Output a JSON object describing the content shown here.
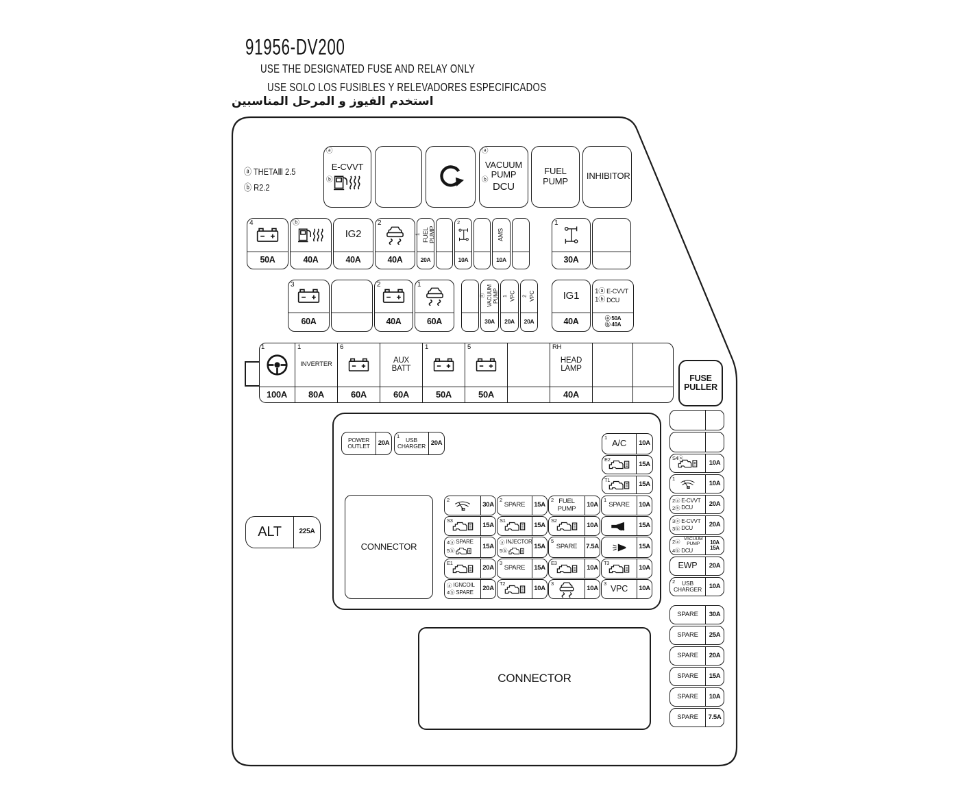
{
  "colors": {
    "ink": "#151515",
    "background": "#ffffff"
  },
  "header": {
    "part_number": "91956-DV200",
    "use_en": "USE THE DESIGNATED FUSE AND RELAY ONLY",
    "use_es": "USE SOLO LOS FUSIBLES Y RELEVADORES ESPECIFICADOS",
    "use_ar": "استخدم الفيوز و المرحل المناسبين"
  },
  "engine_legend": {
    "a": "ⓐ THETAⅢ 2.5",
    "b": "ⓑ R2.2"
  },
  "relay_row": [
    {
      "num": "ⓐ",
      "num2": "ⓑ",
      "label": "E-CVVT",
      "icon": "fuel-heater-icon"
    },
    {},
    {
      "icon": "rotate-arrow-icon"
    },
    {
      "num": "ⓐ",
      "num2": "ⓑ",
      "label": "VACUUM PUMP",
      "label2": "DCU"
    },
    {
      "label": "FUEL PUMP"
    },
    {
      "label": "INHIBITOR"
    }
  ],
  "rows": {
    "a": [
      {
        "num": "4",
        "icon": "battery-icon",
        "rating": "50A"
      },
      {
        "num": "ⓑ",
        "icon": "fuel-heater-icon",
        "rating": "40A"
      },
      {
        "label": "IG2",
        "rating": "40A"
      },
      {
        "num": "2",
        "icon": "esc-icon",
        "rating": "40A"
      },
      {
        "num": "1",
        "label": "FUEL PUMP",
        "rating": "20A"
      },
      {},
      {
        "num": "2",
        "icon": "axle-icon",
        "rating": "10A"
      },
      {},
      {
        "label": "AMS",
        "rating": "10A"
      },
      {},
      {
        "num": "1",
        "icon": "axle-icon",
        "rating": "30A"
      },
      {}
    ],
    "b": [
      {
        "num": "3",
        "icon": "battery-icon",
        "rating": "60A"
      },
      {},
      {
        "num": "2",
        "icon": "battery-icon",
        "rating": "40A"
      },
      {
        "num": "1",
        "icon": "esc-icon",
        "rating": "60A"
      },
      {},
      {
        "num": "ⓐ",
        "label": "VACUUM PUMP",
        "rating": "30A"
      },
      {
        "num": "1",
        "label": "VPC",
        "rating": "20A"
      },
      {
        "num": "2",
        "label": "VPC",
        "rating": "20A"
      },
      {
        "label": "IG1",
        "rating": "40A"
      },
      {
        "lines": [
          {
            "num": "1ⓐ",
            "text": "E-CVVT"
          },
          {
            "num": "1ⓑ",
            "text": "DCU"
          }
        ],
        "ratings": [
          "ⓐ 50A",
          "ⓑ 40A"
        ]
      }
    ],
    "c": [
      {
        "num": "1",
        "icon": "steering-icon",
        "rating": "100A"
      },
      {
        "num": "1",
        "label": "INVERTER",
        "rating": "80A"
      },
      {
        "num": "6",
        "icon": "battery-icon",
        "rating": "60A"
      },
      {
        "label": "AUX BATT",
        "rating": "60A"
      },
      {
        "num": "1",
        "icon": "battery-icon",
        "rating": "50A"
      },
      {
        "num": "5",
        "icon": "battery-icon",
        "rating": "50A"
      },
      {},
      {
        "num": "RH",
        "label": "HEAD LAMP",
        "rating": "40A"
      },
      {},
      {}
    ]
  },
  "power_row": [
    {
      "label": "POWER OUTLET",
      "rating": "20A"
    },
    {
      "num": "1",
      "label": "USB CHARGER",
      "rating": "20A"
    }
  ],
  "ac_stack": [
    {
      "num": "1",
      "label": "A/C",
      "rating": "10A"
    },
    {
      "num": "E2",
      "icon": "engine-icon",
      "rating": "15A"
    },
    {
      "num": "T1",
      "icon": "engine-icon",
      "rating": "15A"
    }
  ],
  "grid": [
    [
      {
        "num": "2",
        "icon": "wiper-icon",
        "rating": "30A"
      },
      {
        "num": "2",
        "label": "SPARE",
        "rating": "15A"
      },
      {
        "num": "2",
        "label": "FUEL PUMP",
        "rating": "10A"
      },
      {
        "num": "1",
        "label": "SPARE",
        "rating": "10A"
      }
    ],
    [
      {
        "num": "S3",
        "icon": "engine-icon",
        "rating": "15A"
      },
      {
        "num": "S1",
        "icon": "engine-icon",
        "rating": "15A"
      },
      {
        "num": "S2",
        "icon": "engine-icon",
        "rating": "10A"
      },
      {
        "icon": "horn-icon",
        "rating": "15A"
      }
    ],
    [
      {
        "lines": [
          {
            "num": "4ⓐ",
            "text": "SPARE"
          },
          {
            "num": "5ⓑ",
            "icon": "engine-icon"
          }
        ],
        "rating": "15A"
      },
      {
        "lines": [
          {
            "num": "ⓐ",
            "text": "INJECTOR"
          },
          {
            "num": "5ⓑ",
            "icon": "engine-icon"
          }
        ],
        "rating": "15A"
      },
      {
        "num": "5",
        "label": "SPARE",
        "rating": "7.5A"
      },
      {
        "icon": "highbeam-icon",
        "rating": "15A"
      }
    ],
    [
      {
        "num": "E1",
        "icon": "engine-icon",
        "rating": "20A"
      },
      {
        "num": "3",
        "label": "SPARE",
        "rating": "15A"
      },
      {
        "num": "E3",
        "icon": "engine-icon",
        "rating": "10A"
      },
      {
        "num": "T3",
        "icon": "engine-icon",
        "rating": "10A"
      }
    ],
    [
      {
        "lines": [
          {
            "num": "ⓐ",
            "text": "IGNCOIL"
          },
          {
            "num": "4ⓑ",
            "text": "SPARE"
          }
        ],
        "rating": "20A"
      },
      {
        "num": "T2",
        "icon": "engine-icon",
        "rating": "10A"
      },
      {
        "num": "3",
        "icon": "esc-icon",
        "rating": "10A"
      },
      {
        "num": "3",
        "label": "VPC",
        "rating": "10A"
      }
    ]
  ],
  "sidebar": {
    "fuses": [
      {},
      {},
      {
        "num": "S4ⓐ",
        "icon": "engine-icon",
        "rating": "10A"
      },
      {
        "num": "1",
        "icon": "wiper-icon",
        "rating": "10A"
      },
      {
        "lines": [
          {
            "num": "2ⓐ",
            "text": "E-CVVT"
          },
          {
            "num": "2ⓑ",
            "text": "DCU"
          }
        ],
        "rating": "20A"
      },
      {
        "lines": [
          {
            "num": "3ⓐ",
            "text": "E-CVVT"
          },
          {
            "num": "3ⓑ",
            "text": "DCU"
          }
        ],
        "rating": "20A"
      },
      {
        "lines": [
          {
            "num": "2ⓐ",
            "text": "VACUUM PUMP"
          },
          {
            "num": "4ⓑ",
            "text": "DCU"
          }
        ],
        "ratings": [
          "10A",
          "15A"
        ]
      },
      {
        "label": "EWP",
        "rating": "20A"
      },
      {
        "num": "2",
        "label": "USB CHARGER",
        "rating": "10A"
      }
    ],
    "spares": [
      {
        "label": "SPARE",
        "rating": "30A"
      },
      {
        "label": "SPARE",
        "rating": "25A"
      },
      {
        "label": "SPARE",
        "rating": "20A"
      },
      {
        "label": "SPARE",
        "rating": "15A"
      },
      {
        "label": "SPARE",
        "rating": "10A"
      },
      {
        "label": "SPARE",
        "rating": "7.5A"
      }
    ]
  },
  "alt": {
    "label": "ALT",
    "rating": "225A"
  },
  "fuse_puller": {
    "label": "FUSE PULLER"
  },
  "connectors": {
    "small": "CONNECTOR",
    "large": "CONNECTOR"
  }
}
